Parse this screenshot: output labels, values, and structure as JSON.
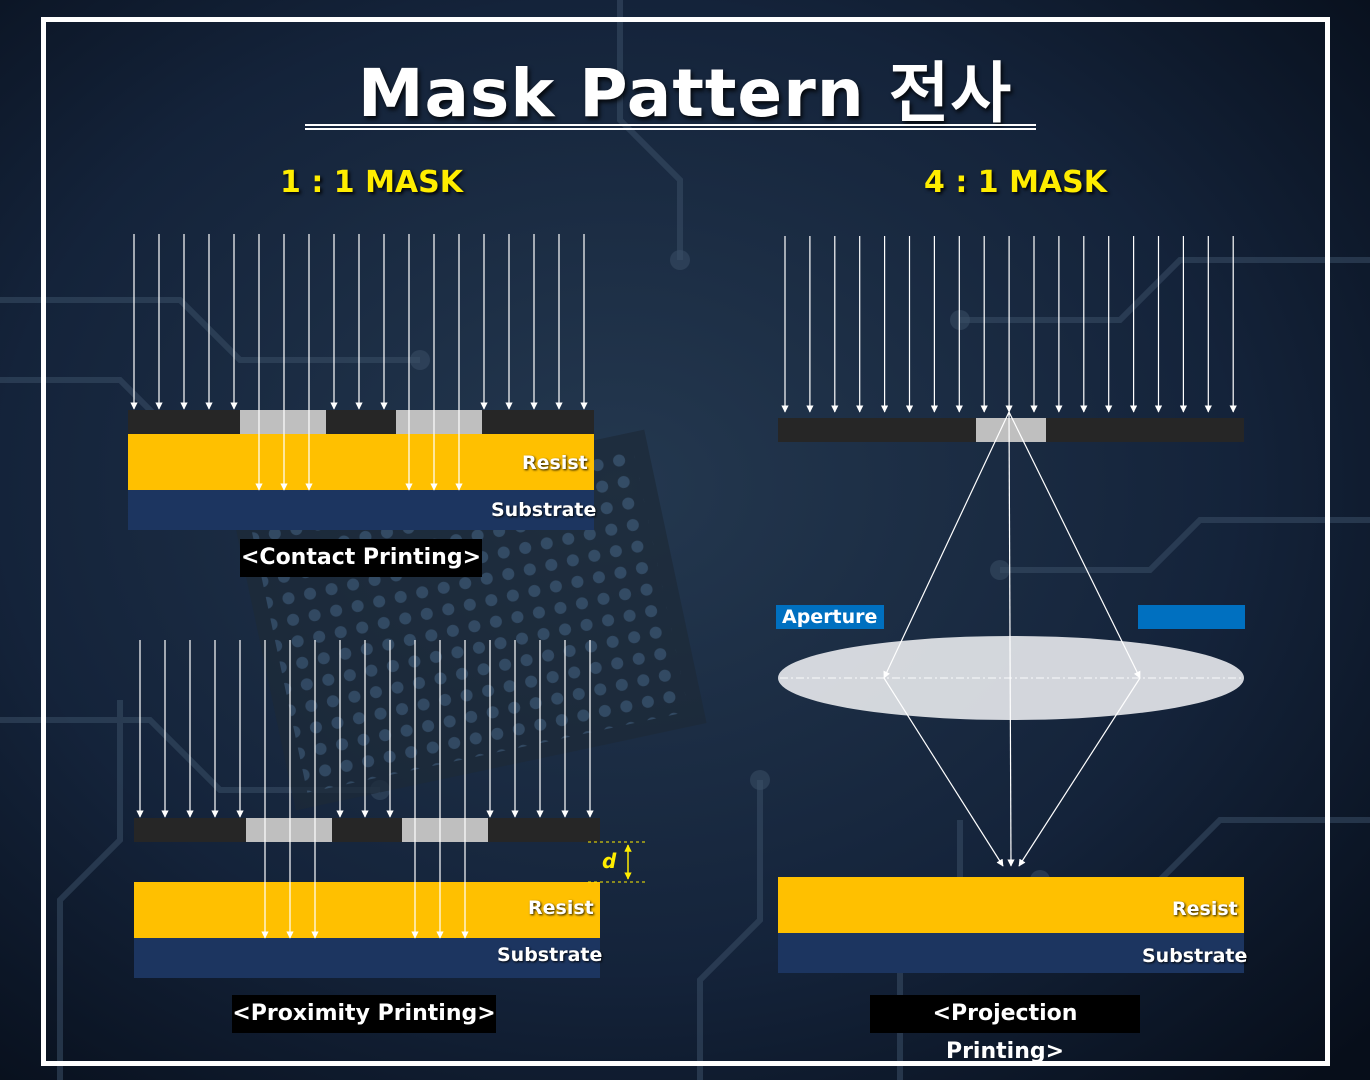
{
  "title": "Mask Pattern 전사",
  "sections": {
    "left_heading": "1 : 1 MASK",
    "right_heading": "4 : 1 MASK"
  },
  "contact": {
    "resist_label": "Resist",
    "substrate_label": "Substrate",
    "caption": "<Contact Printing>"
  },
  "proximity": {
    "resist_label": "Resist",
    "substrate_label": "Substrate",
    "gap_label": "d",
    "caption": "<Proximity Printing>"
  },
  "projection": {
    "aperture_label": "Aperture",
    "resist_label": "Resist",
    "substrate_label": "Substrate",
    "caption": "<Projection Printing>"
  },
  "colors": {
    "resist": "#ffc000",
    "substrate": "#1c3560",
    "mask_dark": "#262626",
    "mask_opening": "#bfbfbf",
    "aperture": "#0070c0",
    "heading": "#ffed00",
    "lens": "#e2e4e8"
  }
}
